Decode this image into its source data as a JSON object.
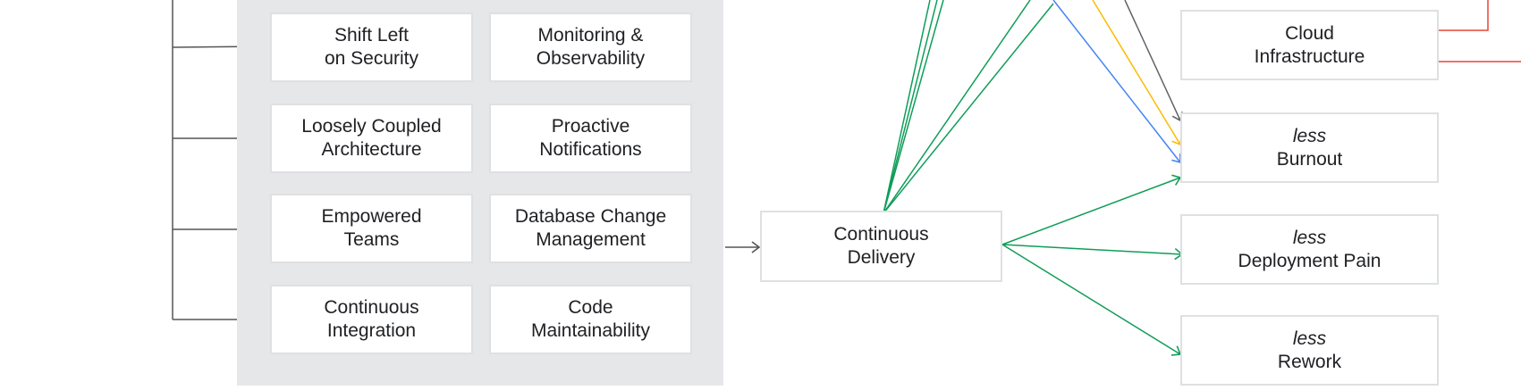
{
  "practices": [
    {
      "id": "shift-left",
      "line1": "Shift Left",
      "line2": "on Security"
    },
    {
      "id": "monitoring",
      "line1": "Monitoring &",
      "line2": "Observability"
    },
    {
      "id": "loosely-coupled",
      "line1": "Loosely Coupled",
      "line2": "Architecture"
    },
    {
      "id": "proactive",
      "line1": "Proactive",
      "line2": "Notifications"
    },
    {
      "id": "empowered",
      "line1": "Empowered",
      "line2": "Teams"
    },
    {
      "id": "db-change",
      "line1": "Database Change",
      "line2": "Management"
    },
    {
      "id": "ci",
      "line1": "Continuous",
      "line2": "Integration"
    },
    {
      "id": "code-maint",
      "line1": "Code",
      "line2": "Maintainability"
    }
  ],
  "center": {
    "line1": "Continuous",
    "line2": "Delivery"
  },
  "outcomes": [
    {
      "id": "cloud",
      "qualifier": "",
      "line1": "Cloud",
      "line2": "Infrastructure"
    },
    {
      "id": "burnout",
      "qualifier": "less",
      "line1": "Burnout",
      "line2": ""
    },
    {
      "id": "deploy-pain",
      "qualifier": "less",
      "line1": "Deployment Pain",
      "line2": ""
    },
    {
      "id": "rework",
      "qualifier": "less",
      "line1": "Rework",
      "line2": ""
    }
  ],
  "colors": {
    "green": "#0f9d58",
    "blue": "#4285f4",
    "yellow": "#fbbc04",
    "gray": "#5f6368",
    "red": "#ea4335",
    "dark": "#555555"
  }
}
